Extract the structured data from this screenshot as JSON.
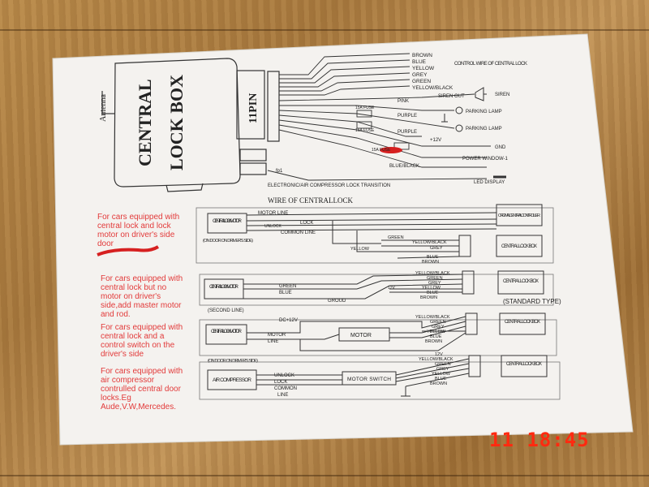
{
  "camera_stamp": {
    "text": "11   18:45"
  },
  "lock_box": {
    "title_line1": "CENTRAL",
    "title_line2": "LOCK BOX",
    "pin_label": "11PIN",
    "antenna_label": "Antenna"
  },
  "control_wire_title": "CONTROL WIRE OF CENTRAL LOCK",
  "wire_colors": [
    "BROWN",
    "BLUE",
    "YELLOW",
    "GREY",
    "GREEN",
    "YELLOW/BLACK"
  ],
  "outputs": {
    "pink": "PINK",
    "siren_out": "SIREN OUT",
    "siren": "SIREN",
    "purple1": "PURPLE",
    "parking_lamp1": "PARKING LAMP",
    "purple2": "PURPLE",
    "parking_lamp2": "PARKING LAMP",
    "plus12v": "+12V",
    "gnd": "GND",
    "power_window": "POWER WINDOW-1",
    "blue_black": "BLUE/BLACK",
    "fp1": "fp1",
    "led_display": "LED DISPLAY",
    "electronic": "ELECTRONIC/AIR COMPRESSOR LOCK TRANSITION",
    "fuse1": "15A FUSE",
    "fuse2": "15A FUSE",
    "fuse3": "15A FUSE"
  },
  "wire_section_title": "WIRE OF CENTRALLOCK",
  "sections": [
    {
      "note": "For cars equipped with central lock and lock motor on driver's side door",
      "device": "CENTRAL LOCK MOTOR",
      "device_caption": "(ON DOOR ON DRIVER'S SIDE)",
      "lines": [
        "MOTOR LINE",
        "LOCK",
        "UNLOCK",
        "COMMON LINE"
      ],
      "right_box": "ORIGINAL CENTRAL CONTROLLER",
      "lock_box": "CENTRAL LOCK BOX",
      "wires": [
        "GREEN",
        "YELLOW",
        "YELLOW/BLACK",
        "GREY",
        "BLUE",
        "BROWN"
      ]
    },
    {
      "note": "For cars equipped with central lock but no motor on driver's side,add master motor and rod.",
      "device": "CENTRAL LOCK MOTOR",
      "device_caption": "(SECOND LINE)",
      "lines": [
        "GREEN",
        "BLUE",
        "GROUD"
      ],
      "lock_box": "CENTRAL LOCK BOX",
      "wires": [
        "YELLOW/BLACK",
        "GREEN",
        "GREY",
        "YELLOW",
        "BLUE",
        "BROWN"
      ],
      "standard_type": "(STANDARD TYPE)",
      "v12": "12V"
    },
    {
      "note": "For cars equipped with central lock and a control switch on the driver's side",
      "device": "CENTRAL LOCK MOTOR",
      "device_caption": "(ON DOOR ON DRIVER'S SIDE)",
      "lines": [
        "DC+12V",
        "MOTOR",
        "LINE"
      ],
      "motor": "MOTOR",
      "lock_box": "CENTRAL LOCK BOX",
      "wires": [
        "YELLOW/BLACK",
        "GREEN",
        "GREY",
        "YELLOW",
        "BLUE",
        "BROWN"
      ]
    },
    {
      "note": "For cars equipped with air compressor contrulled central door locks.Eg Aude,V.W,Mercedes.",
      "device": "AIR COMPRESSOR",
      "lines": [
        "UNLOCK",
        "LOCK",
        "COMMON",
        "LINE"
      ],
      "motor": "MOTOR SWITCH",
      "lock_box": "CENTRAL LOCK BOX",
      "wires": [
        "12V",
        "YELLOW/BLACK",
        "GREEN",
        "GREY",
        "YELLOW",
        "BLUE",
        "BROWN"
      ]
    }
  ]
}
